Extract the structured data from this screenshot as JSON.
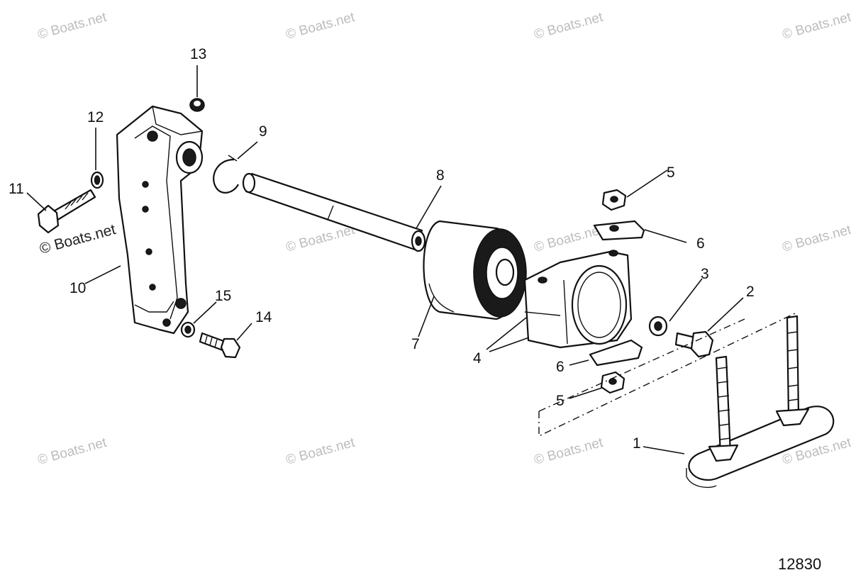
{
  "watermark": {
    "text": "© Boats.net",
    "inline_text": "© Boats.net"
  },
  "figure_number": "12830",
  "callouts": {
    "c1": "1",
    "c2": "2",
    "c3": "3",
    "c4": "4",
    "c5a": "5",
    "c5b": "5",
    "c6a": "6",
    "c6b": "6",
    "c7": "7",
    "c8": "8",
    "c9": "9",
    "c10": "10",
    "c11": "11",
    "c12": "12",
    "c13": "13",
    "c14": "14",
    "c15": "15"
  },
  "colors": {
    "ink": "#111111",
    "watermark": "#bdbdbd",
    "background": "#ffffff"
  }
}
